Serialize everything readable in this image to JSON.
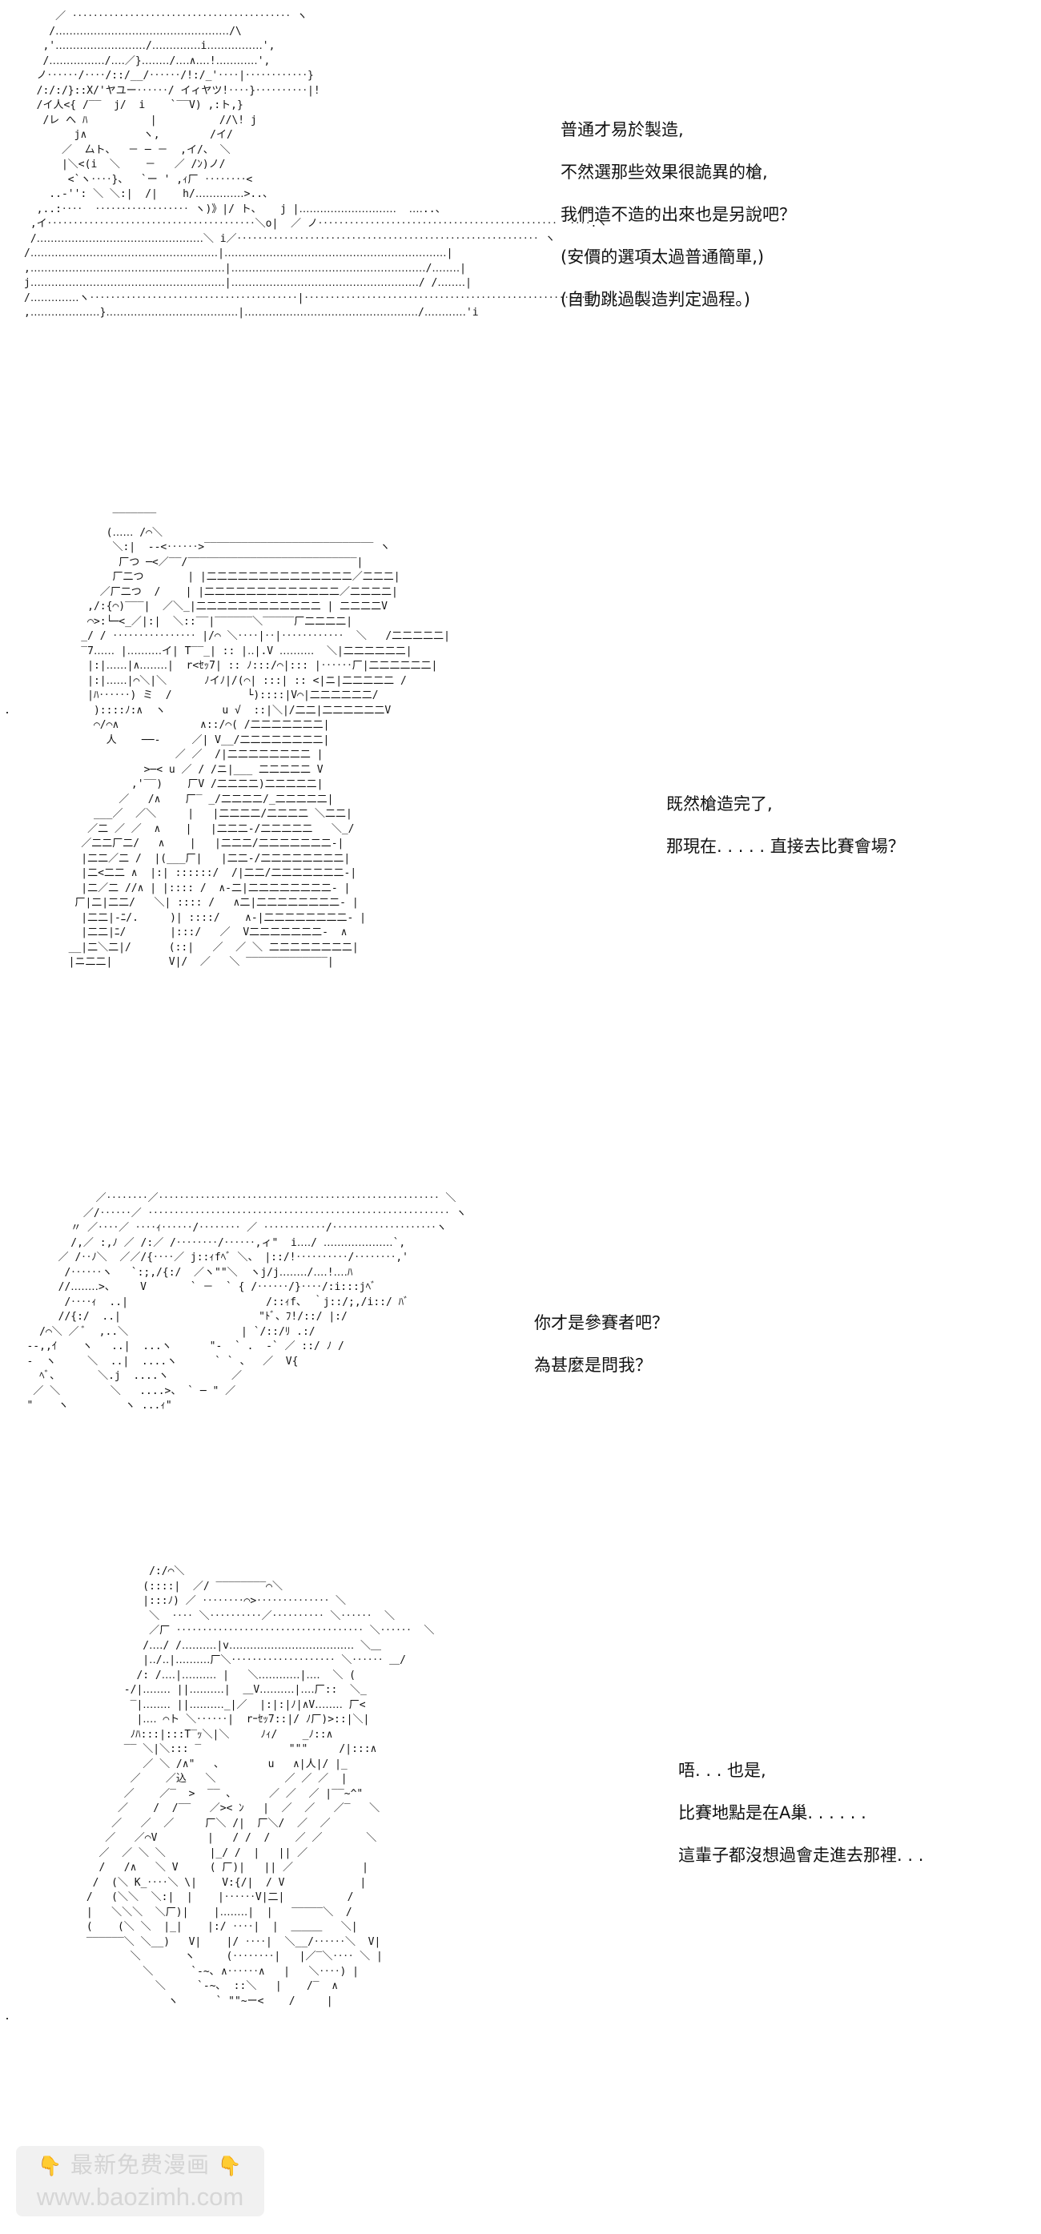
{
  "panels": [
    {
      "id": "panel-1",
      "art_lines": [
        "     ／ ‥‥‥‥‥‥‥‥‥‥‥‥‥‥‥‥‥‥‥‥‥ ヽ",
        "    /‥‥‥‥‥‥‥‥‥‥‥‥‥‥‥‥‥‥‥‥‥‥‥‥‥/\\",
        "   ,'‥‥‥‥‥‥‥‥‥‥‥‥‥/‥‥‥‥‥‥‥i‥‥‥‥‥‥‥‥',",
        "   /‥‥‥‥‥‥‥‥/‥‥／}‥‥‥‥/‥‥∧‥‥!‥‥‥‥‥‥',",
        "  ノ‥‥‥/‥‥/::/__/‥‥‥/!:/_'‥‥|‥‥‥‥‥‥}",
        "  /:/:/}::X/'ヤユー‥‥‥/ イィヤツ!‥‥}‥‥‥‥‥|!",
        "  /イ人<{ /‾‾  j/  i    `‾‾V) ,:ト,}",
        "   /レ へ ﾊ          |          //\\! j",
        "        j∧         ヽ,        /イ/",
        "      ／  厶ト、  － ─ －  ,イ/、 ＼",
        "      |＼<(i  ＼    －   ／ /ﾝ)ノ/",
        "       <`ヽ‥‥}、  `ー ' ,ｨ厂 ‥‥‥‥<",
        "    ..‐'': ＼ ＼:|  /|    h/‥‥‥‥‥‥‥>..、",
        "  ,..:‥‥  ‥‥‥‥‥‥‥‥‥ ヽ)》|/ ト、   j |‥‥‥‥‥‥‥‥‥‥‥‥‥‥  ‥‥..、",
        " ,イ‥‥‥‥‥‥‥‥‥‥‥‥‥‥‥‥‥‥‥‥＼o|  ／ ノ‥‥‥‥‥‥‥‥‥‥‥‥‥‥‥‥‥‥‥‥‥‥‥  ‥‥.ヽ",
        " /‥‥‥‥‥‥‥‥‥‥‥‥‥‥‥‥‥‥‥‥‥‥‥‥＼ i／‥‥‥‥‥‥‥‥‥‥‥‥‥‥‥‥‥‥‥‥‥‥‥‥‥‥‥‥‥ ヽ",
        "/‥‥‥‥‥‥‥‥‥‥‥‥‥‥‥‥‥‥‥‥‥‥‥‥‥‥‥|‥‥‥‥‥‥‥‥‥‥‥‥‥‥‥‥‥‥‥‥‥‥‥‥‥‥‥‥‥‥‥‥|",
        ",‥‥‥‥‥‥‥‥‥‥‥‥‥‥‥‥‥‥‥‥‥‥‥‥‥‥‥‥|‥‥‥‥‥‥‥‥‥‥‥‥‥‥‥‥‥‥‥‥‥‥‥‥‥‥‥‥/‥‥‥‥|",
        "j‥‥‥‥‥‥‥‥‥‥‥‥‥‥‥‥‥‥‥‥‥‥‥‥‥‥‥‥|‥‥‥‥‥‥‥‥‥‥‥‥‥‥‥‥‥‥‥‥‥‥‥‥‥‥‥/ /‥‥‥‥|",
        "/‥‥‥‥‥‥‥ヽ‥‥‥‥‥‥‥‥‥‥‥‥‥‥‥‥‥‥‥‥|‥‥‥‥‥‥‥‥‥‥‥‥‥‥‥‥‥‥‥‥‥‥‥‥‥‥/‥‥‥‥‥|",
        ",‥‥‥‥‥‥‥‥‥‥}‥‥‥‥‥‥‥‥‥‥‥‥‥‥‥‥‥‥‥|‥‥‥‥‥‥‥‥‥‥‥‥‥‥‥‥‥‥‥‥‥‥‥‥‥/‥‥‥‥‥‥'i"
      ],
      "dialogue": [
        "普通才易於製造,",
        "不然選那些效果很詭異的槍,",
        "我們造不造的出來也是另說吧？",
        "(安價的選項太過普通簡單,)",
        "(自動跳過製造判定過程。)"
      ]
    },
    {
      "id": "panel-2",
      "art_lines": [
        "         ‾‾‾‾‾‾‾",
        "        (‥‥‥ /⌒＼",
        "         ＼:|  ‐‐<‥‥‥>‾‾‾‾‾‾‾‾‾‾‾‾‾‾‾‾‾‾‾‾‾‾‾‾‾‾‾ ヽ",
        "          厂つ ─<／‾‾/‾‾‾‾‾‾‾‾‾‾‾‾‾‾‾‾‾‾‾‾‾‾‾‾‾‾‾|",
        "         厂二つ       | |二二二二二二二二二二二二二二／二二二|",
        "       ／厂二つ  /    | |二二二二二二二二二二二二二／二二二二|",
        "     ,/:{⌒)‾‾‾|  ／＼_|二二二二二二二二二二二二 | 二二二二V",
        "     ⌒>:└─<_／|:|  ＼::‾‾|‾‾‾‾‾‾＼‾‾‾‾‾厂二二二二|",
        "    _/ / ‥‥‥‥‥‥‥‥ |/⌒ ＼‥‥|‥|‥‥‥‥‥‥  ＼   /二二二二二|",
        "    ‾7‥‥‥ |‥‥‥‥‥イ| T‾‾_| :: |‥|.V ‥‥‥‥‥  ＼|二二二二二二|",
        "     |:|‥‥‥|∧‥‥‥‥|  r<ｾｯ7| :: ﾉ:::/⌒|::: |‥‥‥厂|二二二二二二|",
        "     |:|‥‥‥|⌒＼|＼      ﾉイﾉ|/(⌒| :::| :: <|ニ|二二二二二 /",
        "     |ﾊ‥‥‥) ミ  /            └)::::|V⌒|二二二二二二/",
        "      )::::ﾉ:∧  ヽ         u √  ::|＼|/二二|二二二二二二V",
        "      ⌒/⌒∧             ∧::/⌒( /二二二二二二二|",
        "        人    ──-     ／| V__/二二二二二二二二|",
        "                   ／ ／  /|二二二二二二二二 |",
        "              >─< u ／ / /ニ|___ 二二二二二 V",
        "            ,'‾‾)    厂V /二二二二)二二二二二|",
        "          ／   /∧    厂‾ _/二二二二/_二二二二二|",
        "      ___／  ／＼     |   |二二二二/二二二二 ＼二二|",
        "     ／二 ／ ／  ∧    |   |二二二-/二二二二二   ＼_/",
        "    ／二二厂二/   ∧    |   |二二二/二二二二二二二-|",
        "    |二二／二 /  |(___厂|   |二二-/二二二二二二二二|",
        "    |二<二二 ∧  |:| ::::::/  /|二二/二二二二二二二-|",
        "    |二／二 //∧ | |:::: /  ∧-二|二二二二二二二二- |",
        "   厂|二|二二/   ＼| :::: /   ∧二|二二二二二二二二- |",
        "    |二二|-ﾆ/.     )| ::::/    ∧-|二二二二二二二二- |",
        "    |二二|ﾆ/       |:::/   ／  V二二二二二二二-  ∧",
        "  __|二＼二|/      (::|   ／  ／ ＼ 二二二二二二二二|",
        "  |ニ二二|         V|/  ／   ＼ ‾‾‾‾‾‾‾‾‾‾‾‾‾|"
      ],
      "dialogue": [
        "既然槍造完了,",
        "那現在. . . . . 直接去比賽會場？"
      ]
    },
    {
      "id": "panel-3",
      "art_lines": [
        "              ／‥‥‥‥／‥‥‥‥‥‥‥‥‥‥‥‥‥‥‥‥‥‥‥‥‥‥‥‥‥‥‥ ＼",
        "            ／/‥‥‥／ ‥‥‥‥‥‥‥‥‥‥‥‥‥‥‥‥‥‥‥‥‥‥‥‥‥‥‥‥‥ ヽ",
        "          〃 ／‥‥／ ‥‥ｨ‥‥‥/‥‥‥‥ ／ ‥‥‥‥‥‥/‥‥‥‥‥‥‥‥‥‥ヽ",
        "          /,／ :,ﾉ ／ /:／ /‥‥‥‥/‥‥‥,ィ\"  i‥‥/ ‥‥‥‥‥‥‥‥‥‥`,",
        "        ／ /‥ﾉ＼  ／／/{‥‥／ j::ｨfﾍﾞ ＼、 |::/!‥‥‥‥‥/‥‥‥‥,'",
        "         /‥‥‥ヽ   `:;,/{:/  ／ヽ\"\"＼  ヽj/j‥‥‥‥/‥‥!‥‥ﾊ",
        "        //‥‥‥‥>、    V       ` －  ` { /‥‥‥/}‥‥/:i:::jﾍﾞ",
        "         /‥‥ｨ  ..|                      /::ｨf、 ｀j::/;,/i::/ ﾊﾞ",
        "        //{:/  ..|                      \"ﾄﾞ、ﾌ!/::/ |:/",
        "     /⌒＼ ／ ﾞ  ,..＼                  | `/::/ﾘ .:/",
        "   --,,ｲ    ヽ   ..|  ...ヽ      \"-  ` .  ‐` ／ ::/ ﾉ /",
        "   ‐  ヽ     ＼  ..|  ....ヽ      ` ` 、  ／  V{",
        "     ﾍﾞ、      ＼.j  ....ヽ          ／",
        "    ／ ＼        ＼   ....>、 ` ─ \" ／",
        "   \"    ヽ         ヽ ...ｨ\""
      ],
      "dialogue": [
        "你才是參賽者吧？",
        "為甚麼是問我？"
      ]
    },
    {
      "id": "panel-4",
      "art_lines": [
        "           /:/⌒＼",
        "          (::::|  ／/ ‾‾‾‾‾‾‾‾⌒＼",
        "          |:::ﾉ) ／ ‥‥‥‥⌒>‥‥‥‥‥‥‥ ＼",
        "           ＼  ‥‥ ＼‥‥‥‥‥／‥‥‥‥‥ ＼‥‥‥  ＼",
        "           ／厂 ‥‥‥‥‥‥‥‥‥‥‥‥‥‥‥‥‥‥ ＼‥‥‥  ＼",
        "          /‥‥/ /‥‥‥‥‥|v‥‥‥‥‥‥‥‥‥‥‥‥‥‥‥‥‥‥ ＼＿",
        "          |‥/‥|‥‥‥‥‥厂＼‥‥‥‥‥‥‥‥‥‥ ＼‥‥‥ ＿/",
        "         /: /‥‥|‥‥‥‥‥ |   ＼‥‥‥‥‥‥|‥‥  ＼ (",
        "       ‐/|‥‥‥‥ ||‥‥‥‥‥|  ＿V‥‥‥‥‥|‥‥厂::  ＼_",
        "        ‾|‥‥‥‥ ||‥‥‥‥‥_|／  |:|:|ﾉ|∧V‥‥‥‥ 厂<",
        "         |‥‥ ⌒ト ＼‥‥‥|  rｰｾｯ7::|/ ﾉ厂)>::|＼|",
        "        ﾉﾊ:::|:::T‾ｯ＼|＼     ﾉｨ/    _ﾉ::∧",
        "       ‾‾ ＼|＼::: ‾              \"\"\"     /|:::∧",
        "          ／ ＼ /∧\"   、       u   ∧|人|/ |_",
        "        ／    ／込   ＼           ／ ／ ／  |",
        "       ／    ／‾  >  ‾‾ ､      ／ ／  ／ |‾‾~^\"",
        "      ／    /  /‾‾   ／>< ﾝ   |  ／  ／   ／‾   ＼",
        "     ／   ／  ／     厂＼ /|  厂＼/  ／  ／",
        "    ／   ／⌒V        |   / /  /    ／ ／       ＼",
        "   ／  ／ ＼ ＼       |_/ /  |   || ／",
        "   /   /∧   ＼ V     ( 厂)|   || ／           |",
        "  /  (＼ K_‥‥＼ \\|    V:{/|  / V            |",
        " /   (＼＼  ＼:|  |    |‥‥‥V|二|          /",
        " |   ＼＼＼  ＼厂)|    |‥‥‥‥|  |   ‾‾‾‾‾＼  /",
        " (    (＼ ＼  |_|    |:/ ‥‥|  |  ＿＿＿   ＼|",
        " ‾‾‾‾‾‾＼ ＼__)   V|    |/ ‥‥|  ＼__/‥‥‥＼  V|",
        "        ＼       ヽ     (‥‥‥‥|   |／‾＼‥‥ ＼ |",
        "          ＼      `‐~､ ∧‥‥‥∧   |   ＼‥‥) |",
        "            ＼     `‐~､  ::＼   |    /‾  ∧",
        "              ヽ      ` \"\"~ー<    /     |"
      ],
      "dialogue": [
        "唔. . . 也是,",
        "比賽地點是在A巢. . . . . .",
        "這輩子都沒想過會走進去那裡. . ."
      ]
    }
  ],
  "watermark": {
    "line1": "最新免费漫画",
    "line2": "www.baozimh.com",
    "icon": "pointing-down-hand-icon",
    "colors": {
      "background": "#f1f1f1",
      "text": "#d2d2d2",
      "hand": "#f5b82e"
    }
  }
}
